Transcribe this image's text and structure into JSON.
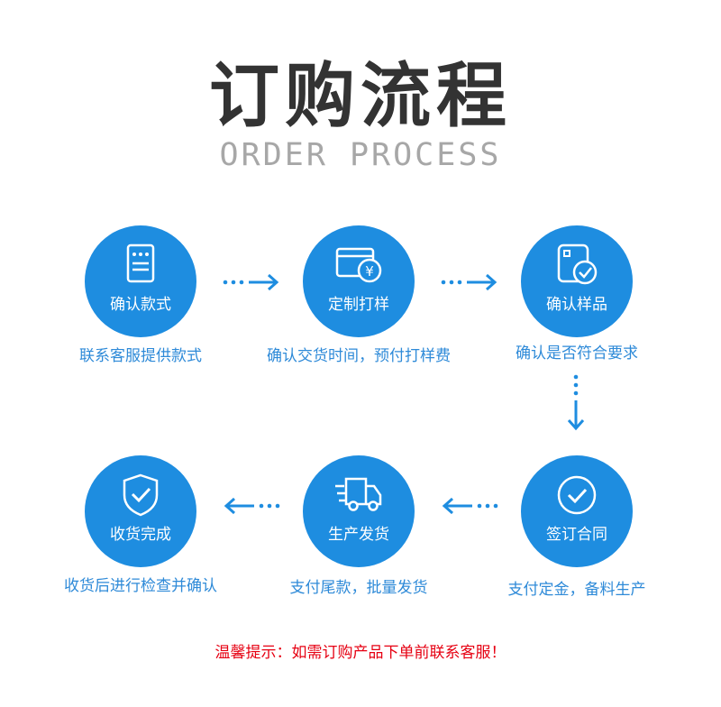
{
  "header": {
    "title": "订购流程",
    "subtitle": "ORDER PROCESS"
  },
  "steps": [
    {
      "label": "确认款式",
      "desc": "联系客服提供款式",
      "icon": "document-icon"
    },
    {
      "label": "定制打样",
      "desc": "确认交货时间，预付打样费",
      "icon": "payment-card-icon"
    },
    {
      "label": "确认样品",
      "desc": "确认是否符合要求",
      "icon": "sample-check-icon"
    },
    {
      "label": "签订合同",
      "desc": "支付定金，备料生产",
      "icon": "check-circle-icon"
    },
    {
      "label": "生产发货",
      "desc": "支付尾款，批量发货",
      "icon": "delivery-truck-icon"
    },
    {
      "label": "收货完成",
      "desc": "收货后进行检查并确认",
      "icon": "shield-check-icon"
    }
  ],
  "footer": {
    "note": "温馨提示：如需订购产品下单前联系客服！"
  },
  "colors": {
    "accent": "#1e8de0",
    "description_text": "#2e8ad8",
    "title_text": "#333333",
    "subtitle_text": "#a7a7a7",
    "warning_text": "#e60012"
  }
}
